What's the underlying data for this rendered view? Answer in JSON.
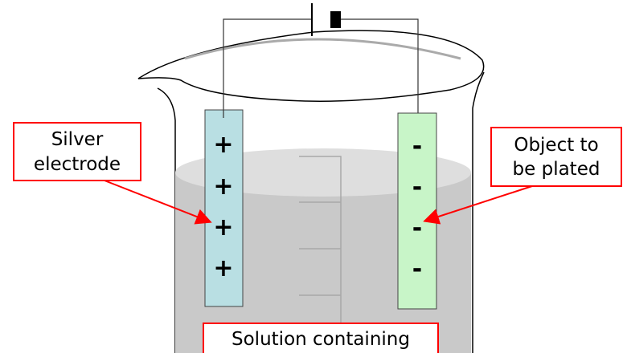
{
  "labels": {
    "silver_electrode": [
      "Silver",
      "electrode"
    ],
    "object": [
      "Object to",
      "be plated"
    ],
    "solution": "Solution containing"
  },
  "anode_signs": [
    "+",
    "+",
    "+",
    "+"
  ],
  "cathode_signs": [
    "-",
    "-",
    "-",
    "-"
  ],
  "colors": {
    "anode": "#b9dfe3",
    "cathode": "#c8f5c8",
    "label_border": "#ff0000",
    "solution": "#c9c9c9"
  }
}
